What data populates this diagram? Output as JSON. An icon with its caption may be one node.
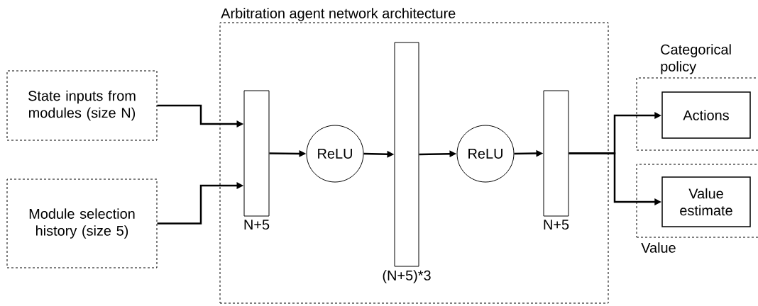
{
  "diagram": {
    "nodes": [
      {
        "text": [
          "Arbitration agent network architecture"
        ]
      },
      {
        "text": [
          "State inputs from modules (size N)"
        ]
      },
      {
        "text": [
          "Module selection history (size 5)"
        ]
      },
      {
        "text": [],
        "shape": "bar",
        "in": 0,
        "beside": [
          "N+5"
        ]
      },
      {
        "text": [
          "ReLU"
        ],
        "in": 0
      },
      {
        "text": [],
        "shape": "bar",
        "in": 0,
        "beside": [
          "(N+5)*3"
        ]
      },
      {
        "text": [
          "ReLU"
        ],
        "in": 0
      },
      {
        "text": [],
        "shape": "bar",
        "in": 0,
        "beside": [
          "N+5"
        ]
      },
      {
        "text": [
          "Categorical policy"
        ]
      },
      {
        "text": [
          "Actions"
        ],
        "in": 8
      },
      {
        "text": [
          "Value"
        ]
      },
      {
        "text": [
          "Value estimate"
        ],
        "in": 10
      }
    ],
    "edges": [
      {
        "from": 1,
        "to": 3,
        "arrow": "to"
      },
      {
        "from": 2,
        "to": 3,
        "arrow": "to"
      },
      {
        "from": 3,
        "to": 4,
        "arrow": "to"
      },
      {
        "from": 4,
        "to": 5,
        "arrow": "to"
      },
      {
        "from": 5,
        "to": 6,
        "arrow": "to"
      },
      {
        "from": 6,
        "to": 7,
        "arrow": "to"
      },
      {
        "from": 7,
        "to": 9,
        "arrow": "to"
      },
      {
        "from": 7,
        "to": 11,
        "arrow": "to"
      }
    ]
  }
}
